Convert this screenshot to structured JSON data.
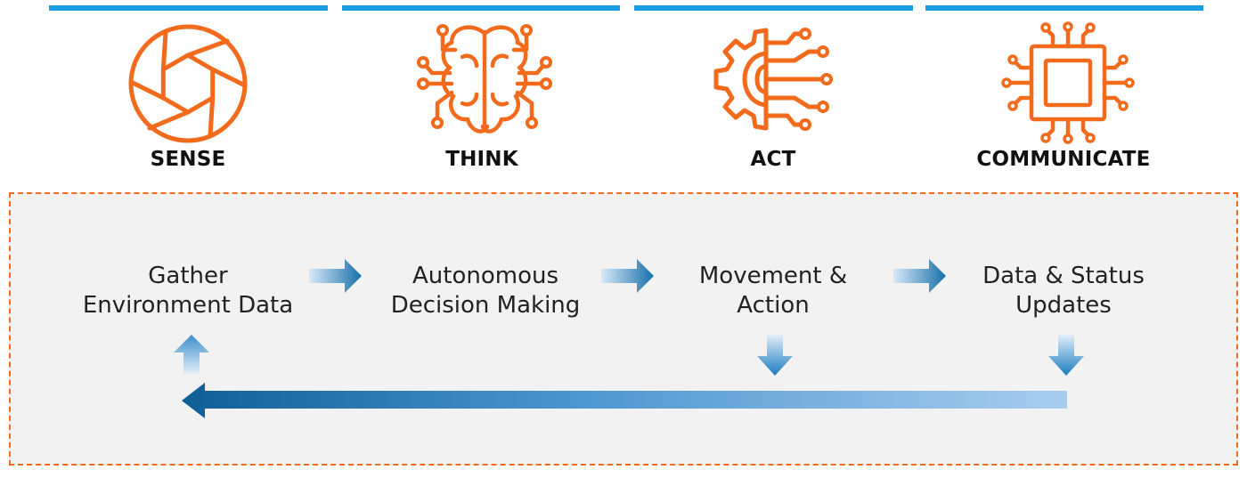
{
  "colors": {
    "accent_orange": "#f26a1b",
    "bar_blue": "#1b9be0",
    "arrow_dark": "#1670ab",
    "arrow_light": "#a9cdef",
    "panel_bg": "#f2f2f2"
  },
  "stages": [
    {
      "label": "SENSE",
      "icon": "aperture-icon"
    },
    {
      "label": "THINK",
      "icon": "brain-circuit-icon"
    },
    {
      "label": "ACT",
      "icon": "gear-circuit-icon"
    },
    {
      "label": "COMMUNICATE",
      "icon": "microchip-icon"
    }
  ],
  "steps": [
    "Gather\nEnvironment Data",
    "Autonomous\nDecision Making",
    "Movement &\nAction",
    "Data & Status\nUpdates"
  ]
}
